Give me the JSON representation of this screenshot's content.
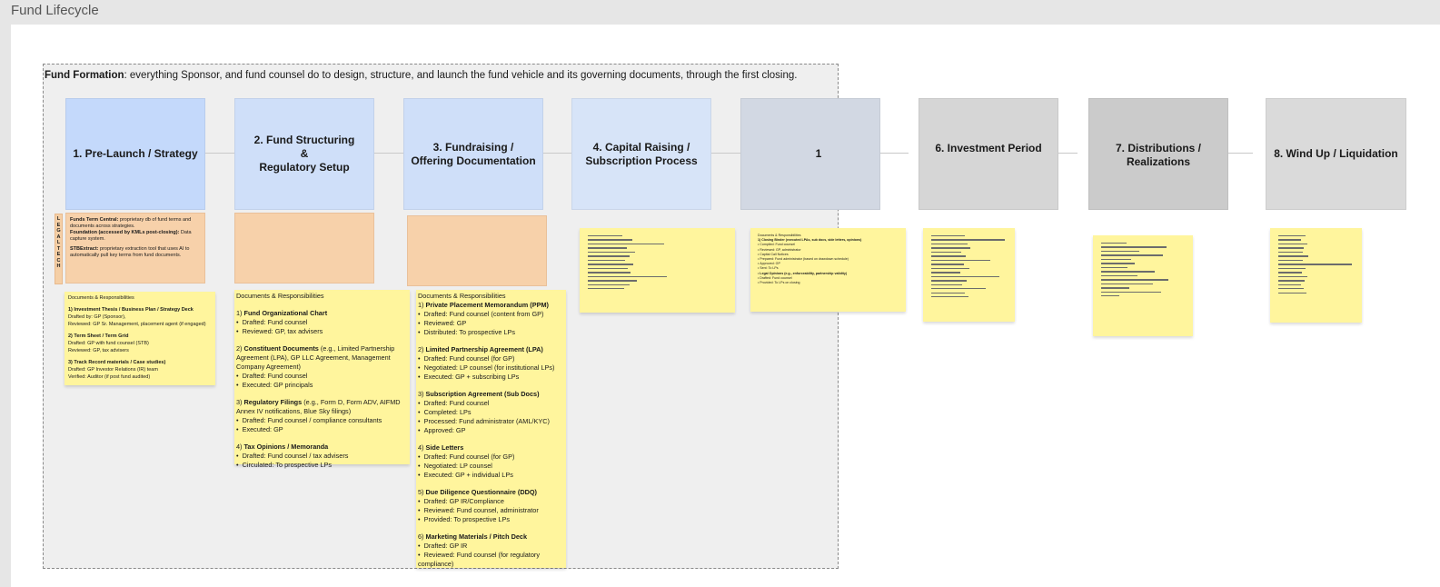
{
  "page_title": "Fund Lifecycle",
  "frame": {
    "caption_bold": "Fund Formation",
    "caption_rest": ": everything Sponsor, and fund counsel do to design, structure, and launch the fund vehicle and its governing documents, through the first closing."
  },
  "stages": [
    {
      "label": "1.  Pre-Launch /  Strategy"
    },
    {
      "label": "2. Fund Structuring\n&\nRegulatory Setup"
    },
    {
      "label": "3. Fundraising /\nOffering Documentation"
    },
    {
      "label": "4.  Capital Raising /\nSubscription Process"
    },
    {
      "label": "1"
    },
    {
      "label": "6.  Investment Period"
    },
    {
      "label": "7.  Distributions /\nRealizations"
    },
    {
      "label": "8. Wind Up / Liquidation"
    }
  ],
  "legal_tech": {
    "strip_label": "LEGAL TECH",
    "p1_bold": "Funds Term Central:",
    "p1_rest": " proprietary db of fund terms and documents across strategies.",
    "p2_bold": "Foundation (accessed by KMLs post-closing):",
    "p2_rest": "  Data capture system.",
    "p3_bold": "STBExtract:",
    "p3_rest": " proprietary extraction tool that uses AI to automatically pull key terms from fund documents."
  },
  "notes": {
    "n1": {
      "heading": "Documents & Responsibilities",
      "items": [
        {
          "title": "1)  Investment Thesis / Business Plan / Strategy Deck",
          "lines": [
            "Drafted by:  GP (Sponsor),",
            "Reviewed: GP Sr. Management, placement agent (if engaged)"
          ]
        },
        {
          "title": "2)  Term Sheet / Term Grid",
          "lines": [
            "Drafted:  GP with fund counsel (STB)",
            "Reviewed: GP, tax advisers"
          ]
        },
        {
          "title": "3) Track Record materials / Case studies)",
          "lines": [
            "Drafted:  GP Investor Relations (IR) team",
            "Verified:  Auditor (if post fund audited)"
          ]
        }
      ]
    },
    "n2": {
      "heading": "Documents & Responsibilities",
      "items": [
        {
          "num": "1) ",
          "title": "Fund Organizational Chart",
          "suffix": "",
          "bullets": [
            "Drafted: Fund counsel",
            "Reviewed: GP, tax advisers"
          ]
        },
        {
          "num": "2)  ",
          "title": "Constituent Documents",
          "suffix": " (e.g., Limited Partnership Agreement (LPA), GP LLC Agreement, Management Company Agreement)",
          "bullets": [
            "Drafted: Fund counsel",
            "Executed: GP principals"
          ]
        },
        {
          "num": "3)  ",
          "title": "Regulatory Filings",
          "suffix": " (e.g., Form D, Form ADV, AIFMD Annex IV notifications, Blue Sky filings)",
          "bullets": [
            "Drafted: Fund counsel / compliance consultants",
            "Executed: GP"
          ]
        },
        {
          "num": "4)  ",
          "title": "Tax Opinions / Memoranda",
          "suffix": "",
          "bullets": [
            "Drafted: Fund counsel / tax advisers",
            "Circulated: To prospective LPs"
          ]
        }
      ]
    },
    "n3": {
      "heading": "Documents & Responsibilities",
      "items": [
        {
          "num": "1)  ",
          "title": "Private Placement Memorandum (PPM)",
          "bullets": [
            "Drafted: Fund counsel (content from GP)",
            "Reviewed: GP",
            "Distributed: To prospective LPs"
          ]
        },
        {
          "num": "2)  ",
          "title": "Limited Partnership Agreement (LPA)",
          "bullets": [
            "Drafted: Fund counsel (for GP)",
            "Negotiated: LP counsel (for institutional LPs)",
            "Executed: GP + subscribing LPs"
          ]
        },
        {
          "num": "3)  ",
          "title": "Subscription Agreement (Sub Docs)",
          "bullets": [
            "Drafted: Fund counsel",
            "Completed: LPs",
            "Processed: Fund administrator (AML/KYC)",
            "Approved: GP"
          ]
        },
        {
          "num": "4)  ",
          "title": "Side Letters",
          "bullets": [
            "Drafted: Fund counsel (for GP)",
            "Negotiated: LP counsel",
            "Executed: GP + individual LPs"
          ]
        },
        {
          "num": "5)  ",
          "title": "Due Diligence Questionnaire (DDQ)",
          "bullets": [
            "Drafted: GP IR/Compliance",
            "Reviewed: Fund counsel, administrator",
            "Provided: To prospective LPs"
          ]
        },
        {
          "num": "6)  ",
          "title": "Marketing Materials / Pitch Deck",
          "bullets": [
            "Drafted: GP IR",
            "Reviewed: Fund counsel (for regulatory compliance)"
          ]
        }
      ]
    },
    "n5": {
      "heading": "Documents & Responsibilities",
      "title": "1)  Closing Binder (executed LPAs, sub docs, side letters, opinions)",
      "bullets": [
        "Compiled: Fund counsel",
        "Reviewed: GP, administrator",
        "Capital Call Notices",
        "Prepared: Fund administrator (based on drawdown schedule)",
        "Approved: GP",
        "Sent: To LPs",
        "Legal Opinions (e.g., enforceability, partnership validity)",
        "Drafted: Fund counsel",
        "Provided: To LPs on closing"
      ],
      "bold_bullet_index": 6
    }
  },
  "colors": {
    "stage_blue": "#c4d9fb",
    "stage_slate": "#d2d8e3",
    "stage_grey": "#d6d6d6",
    "sticky_yellow": "#fff59d",
    "legal_orange": "#f7d1aa"
  }
}
